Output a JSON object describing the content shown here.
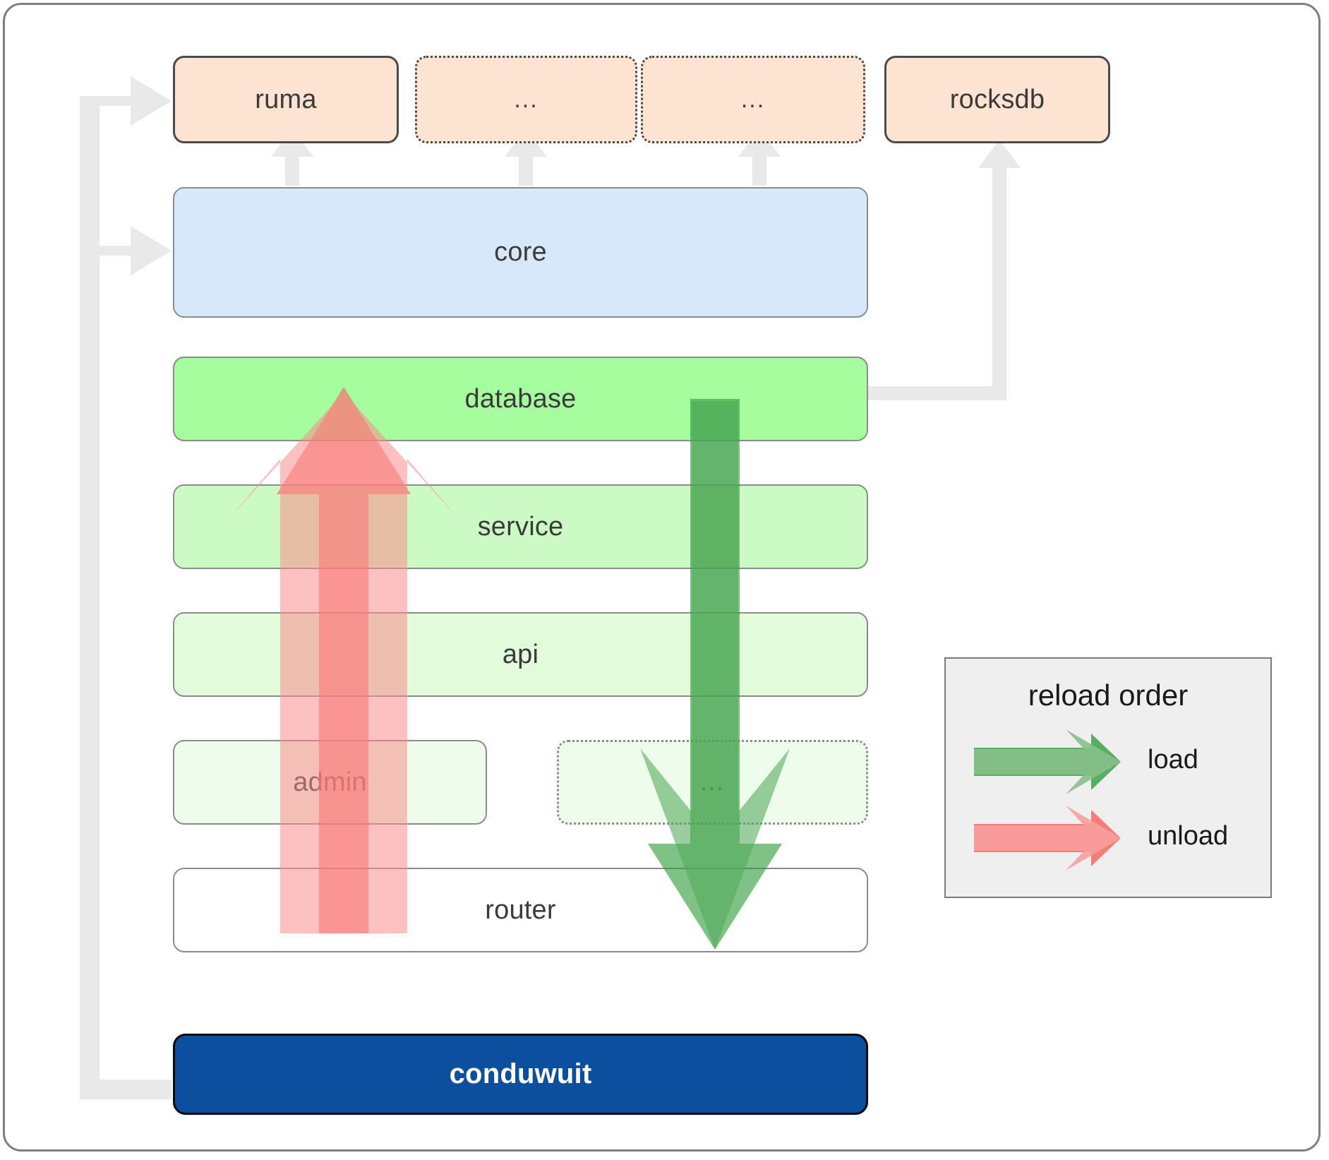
{
  "diagram": {
    "title": "conduwuit crate layer / reload order diagram",
    "colors": {
      "dependency_fill": "#fde3d2",
      "core_fill": "#d7e8fb",
      "database_fill": "#a6fd9d",
      "service_fill": "#ccfac4",
      "api_fill": "#e1fbdb",
      "admin_fill": "#eefdeb",
      "router_fill": "#ffffff",
      "root_fill": "#0b4f9e",
      "load_arrow": "#4caf50",
      "unload_arrow": "#f98d8d",
      "connector": "#e9e9e9",
      "legend_fill": "#efefef"
    },
    "dependencies": [
      {
        "label": "ruma",
        "style": "solid"
      },
      {
        "label": "...",
        "style": "dotted"
      },
      {
        "label": "...",
        "style": "dotted"
      },
      {
        "label": "rocksdb",
        "style": "solid"
      }
    ],
    "layers": [
      {
        "label": "core",
        "style": "solid"
      },
      {
        "label": "database",
        "style": "solid"
      },
      {
        "label": "service",
        "style": "solid"
      },
      {
        "label": "api",
        "style": "solid"
      },
      {
        "label": "admin",
        "style": "solid"
      },
      {
        "label": "...",
        "style": "dotted"
      },
      {
        "label": "router",
        "style": "solid"
      }
    ],
    "root": {
      "label": "conduwuit"
    },
    "legend": {
      "title": "reload order",
      "items": [
        {
          "label": "load",
          "color": "#4caf50"
        },
        {
          "label": "unload",
          "color": "#f98d8d"
        }
      ]
    }
  }
}
